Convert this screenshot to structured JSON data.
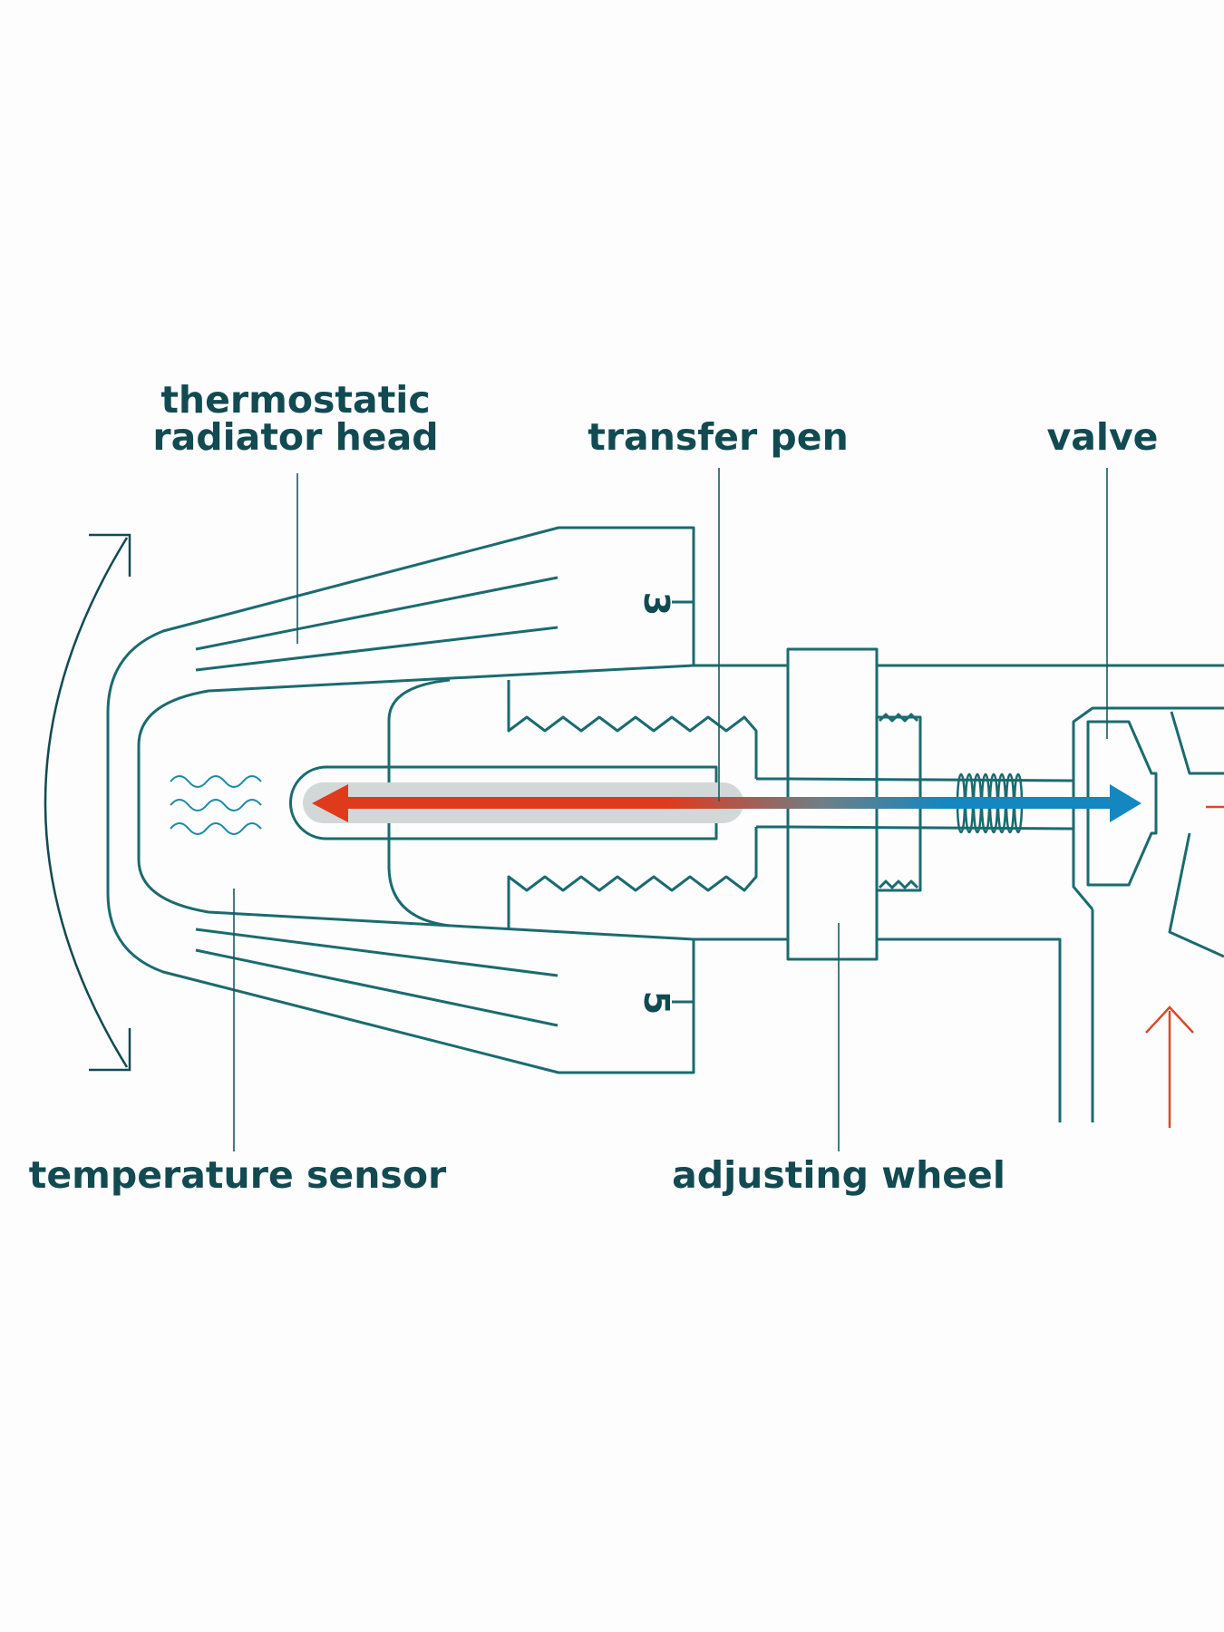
{
  "labels": {
    "thermostatic_head_line1": "thermostatic",
    "thermostatic_head_line2": "radiator head",
    "transfer_pen": "transfer pen",
    "valve": "valve",
    "temperature_sensor": "temperature sensor",
    "adjusting_wheel": "adjusting wheel"
  },
  "dial": {
    "mark_upper": "3",
    "mark_lower": "5"
  },
  "colors": {
    "outline": "#1a6b70",
    "text": "#124a52",
    "hot": "#e03a1c",
    "cold": "#1486c0",
    "sensor_fill": "#d2d8d8",
    "water_arrow": "#d8492b",
    "background": "#fdfdfd"
  }
}
